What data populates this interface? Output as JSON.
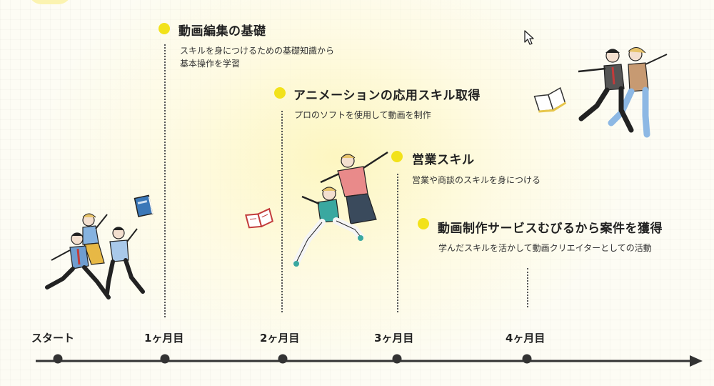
{
  "steps": [
    {
      "title": "動画編集の基礎",
      "desc": [
        "スキルを身につけるための基礎知識から",
        "基本操作を学習"
      ]
    },
    {
      "title": "アニメーションの応用スキル取得",
      "desc": [
        "プロのソフトを使用して動画を制作"
      ]
    },
    {
      "title": "営業スキル",
      "desc": [
        "営業や商談のスキルを身につける"
      ]
    },
    {
      "title": "動画制作サービスむびるから案件を獲得",
      "desc": [
        "学んだスキルを活かして動画クリエイターとしての活動"
      ]
    }
  ],
  "timeline": {
    "labels": [
      "スタート",
      "1ヶ月目",
      "2ヶ月目",
      "3ヶ月目",
      "4ヶ月目"
    ]
  },
  "icons": [
    "mouse-cursor-icon",
    "book-icon",
    "open-book-icon"
  ],
  "colors": {
    "accent_dot": "#f2e21a",
    "axis": "#333333",
    "background_glow": "#fdf6be"
  }
}
